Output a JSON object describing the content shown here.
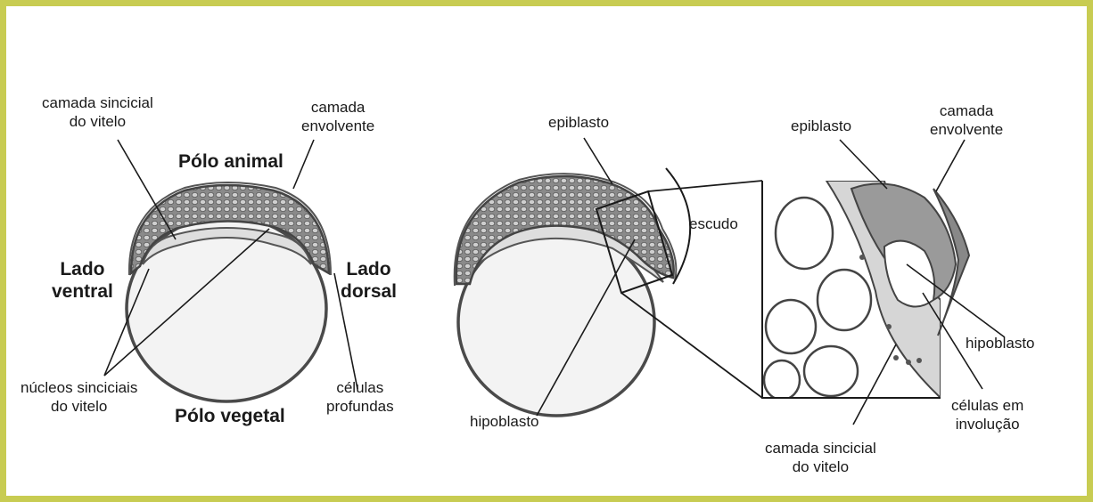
{
  "frame_color": "#c8cc52",
  "colors": {
    "cells": "#7a7a7a",
    "outline": "#4a4a4a",
    "yolk": "#f3f3f3",
    "syncytial": "#dedede",
    "ink": "#1a1a1a"
  },
  "left_embryo": {
    "syncytial_layer": [
      "camada sincicial",
      "do vitelo"
    ],
    "enveloping_layer": [
      "camada",
      "envolvente"
    ],
    "animal_pole": "Pólo animal",
    "ventral_side": [
      "Lado",
      "ventral"
    ],
    "dorsal_side": [
      "Lado",
      "dorsal"
    ],
    "syncytial_nuclei": [
      "núcleos sinciciais",
      "do vitelo"
    ],
    "vegetal_pole": "Pólo vegetal",
    "deep_cells": [
      "células",
      "profundas"
    ]
  },
  "middle_embryo": {
    "epiblast": "epiblasto",
    "shield": "escudo",
    "hypoblast": "hipoblasto"
  },
  "detail_view": {
    "epiblast": "epiblasto",
    "enveloping_layer": [
      "camada",
      "envolvente"
    ],
    "hypoblast": "hipoblasto",
    "involuting_cells": [
      "células em",
      "involução"
    ],
    "syncytial_layer": [
      "camada sincicial",
      "do vitelo"
    ]
  }
}
